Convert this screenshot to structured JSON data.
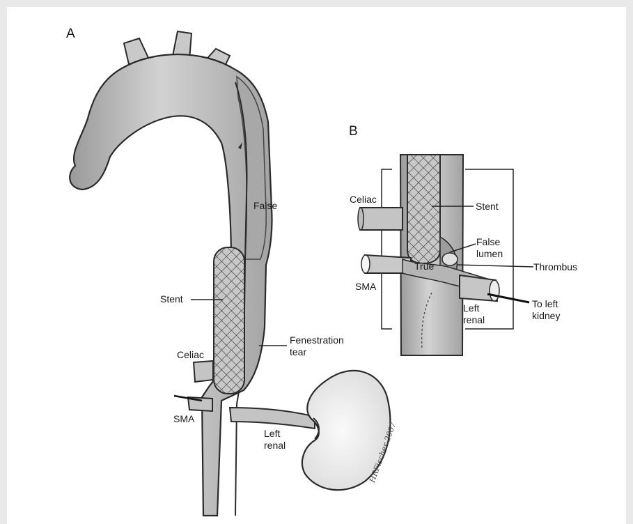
{
  "panels": {
    "a": {
      "letter": "A",
      "labels": {
        "false_lumen": "False",
        "stent": "Stent",
        "celiac": "Celiac",
        "fenestration": "Fenestration",
        "tear": "tear",
        "sma": "SMA",
        "left": "Left",
        "renal": "renal"
      }
    },
    "b": {
      "letter": "B",
      "labels": {
        "celiac": "Celiac",
        "stent": "Stent",
        "false": "False",
        "lumen": "lumen",
        "true_lumen": "True",
        "thrombus": "Thrombus",
        "sma": "SMA",
        "left": "Left",
        "renal": "renal",
        "to_left": "To left",
        "kidney": "kidney"
      }
    }
  },
  "signature": "HRFischer 2007",
  "colors": {
    "vessel_fill": "#bdbdbd",
    "vessel_dark": "#8f8f8f",
    "outline": "#2a2a2a",
    "background": "#ffffff",
    "frame": "#e9e9e9"
  }
}
